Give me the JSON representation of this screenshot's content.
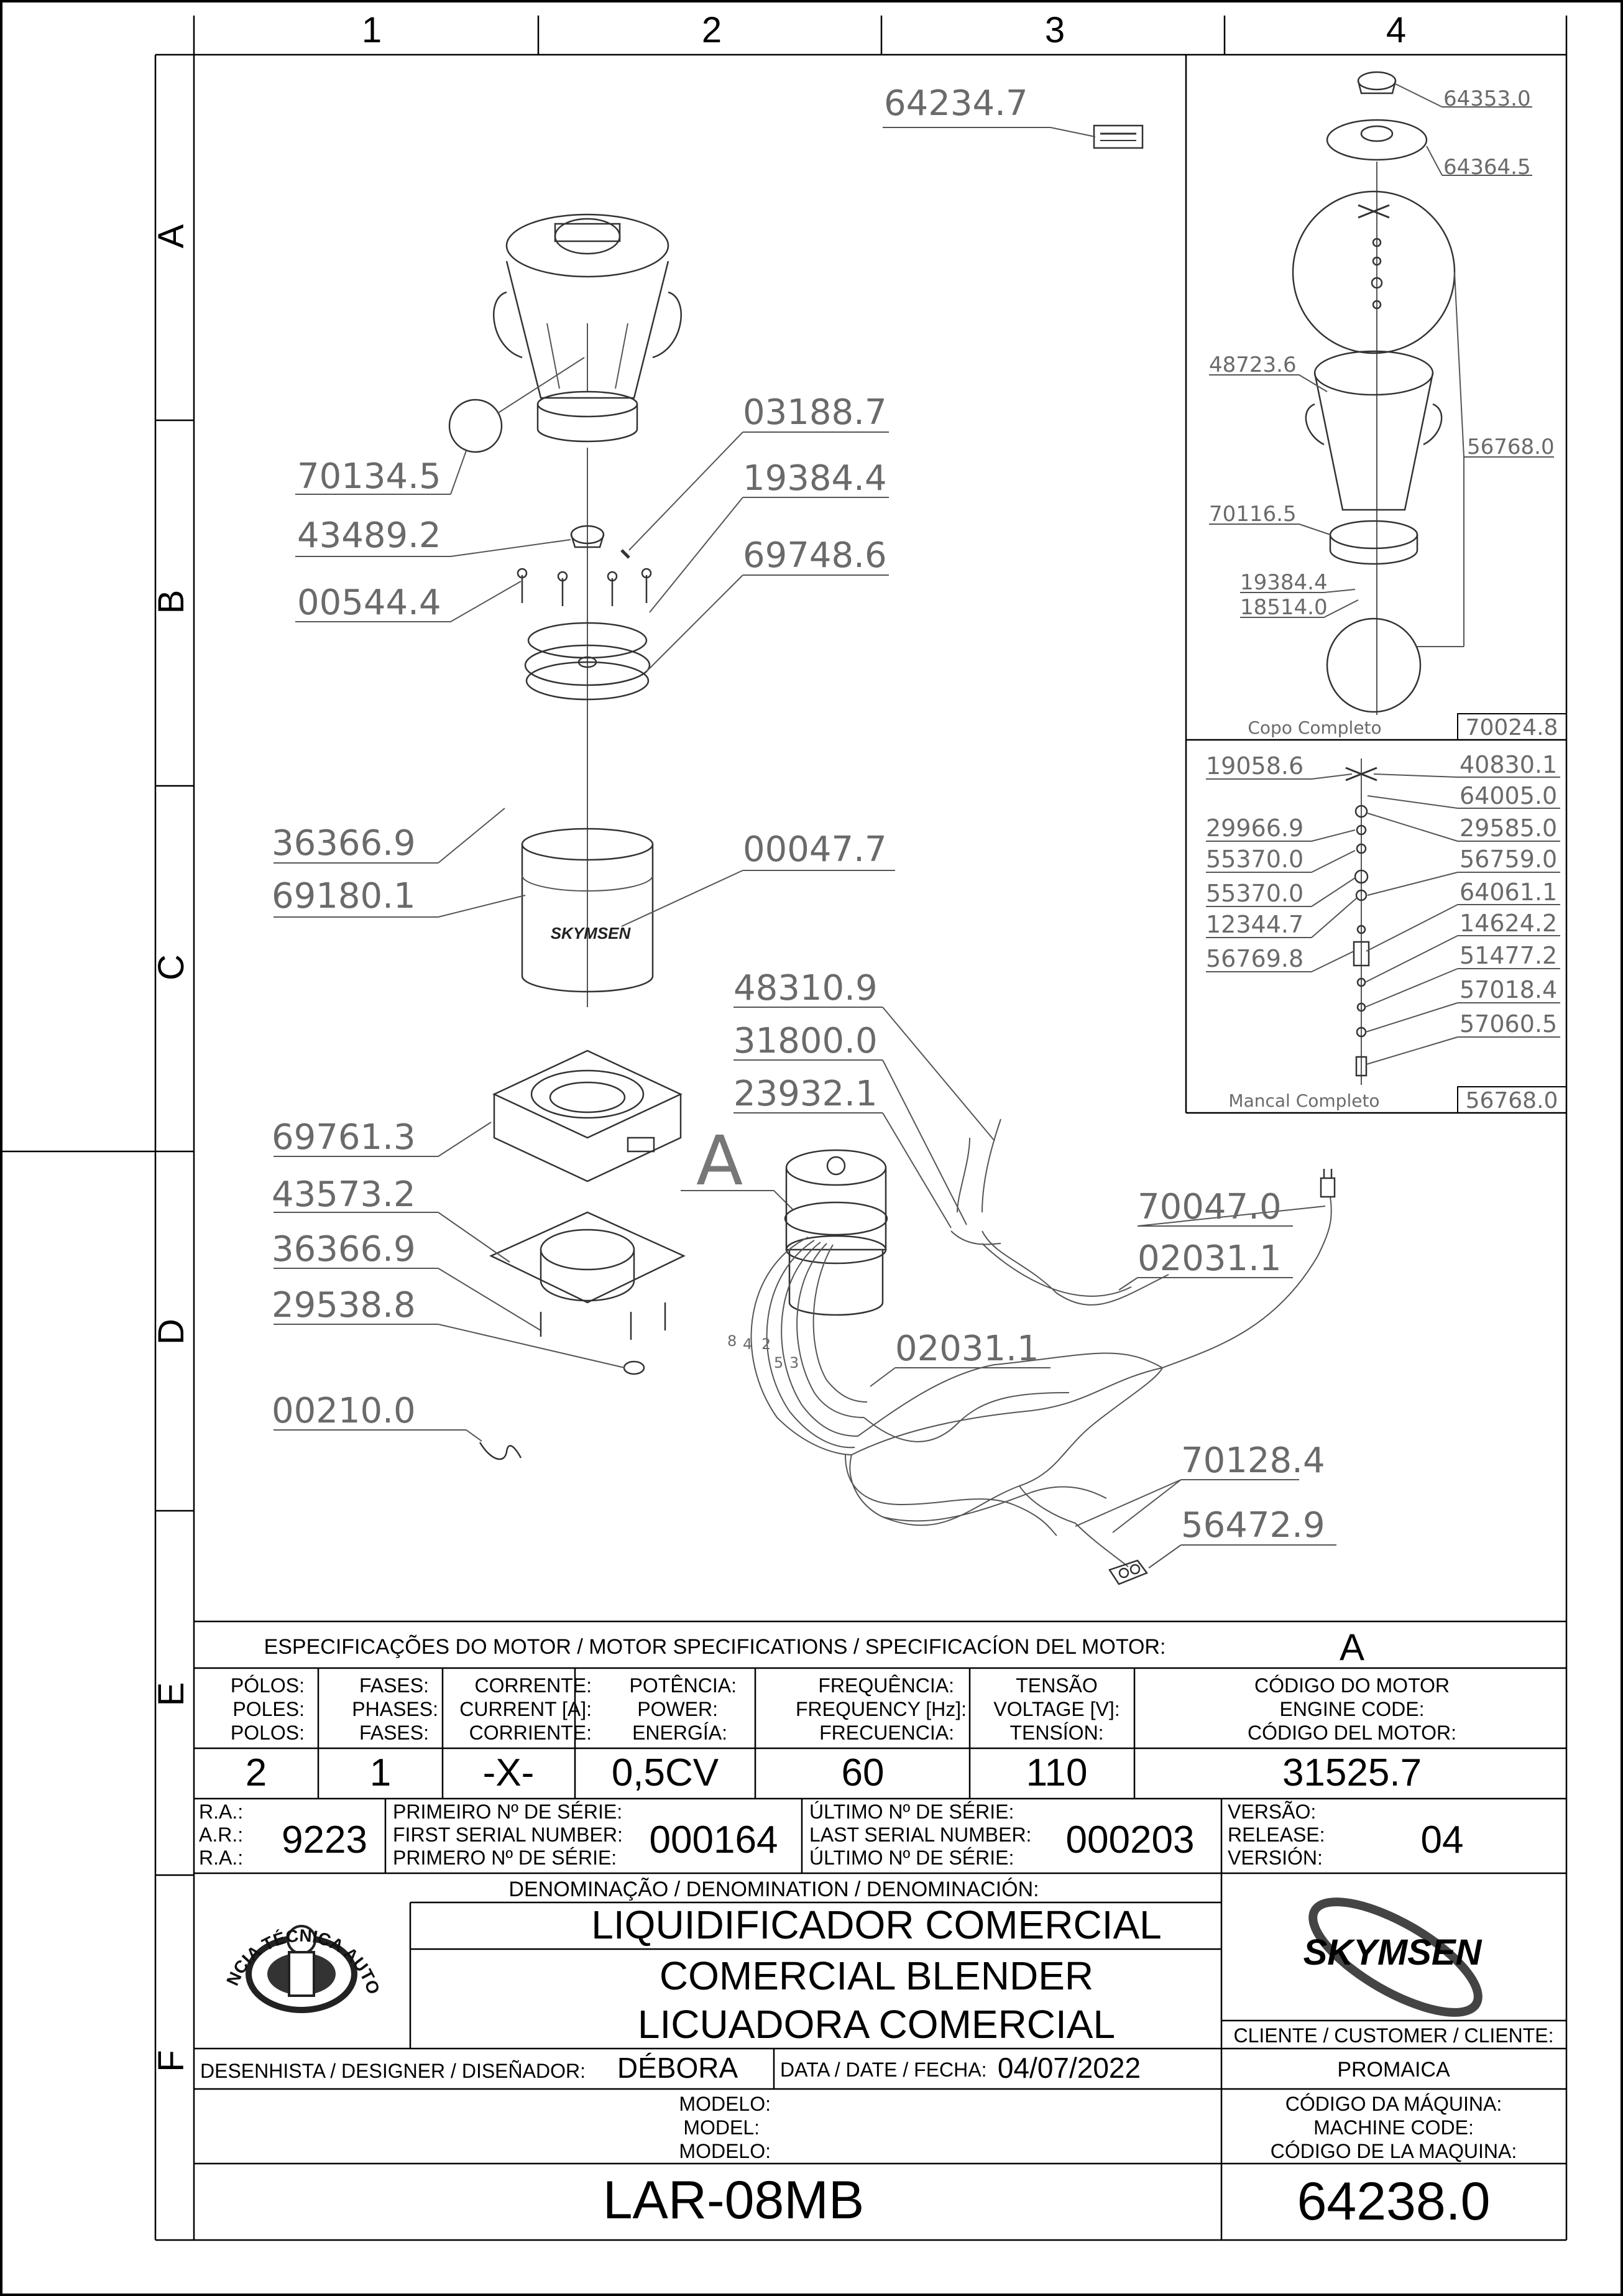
{
  "grid": {
    "columns": [
      "1",
      "2",
      "3",
      "4"
    ],
    "rows": [
      "A",
      "B",
      "C",
      "D",
      "E",
      "F"
    ]
  },
  "main_labels": {
    "p64234": "64234.7",
    "p70134": "70134.5",
    "p43489": "43489.2",
    "p00544": "00544.4",
    "p03188": "03188.7",
    "p19384": "19384.4",
    "p69748": "69748.6",
    "p36366a": "36366.9",
    "p69180": "69180.1",
    "p00047": "00047.7",
    "p69761": "69761.3",
    "p43573": "43573.2",
    "p36366b": "36366.9",
    "p29538": "29538.8",
    "p00210": "00210.0",
    "p48310": "48310.9",
    "p31800": "31800.0",
    "p23932": "23932.1",
    "p70047": "70047.0",
    "p02031a": "02031.1",
    "p02031b": "02031.1",
    "p70128": "70128.4",
    "p56472": "56472.9",
    "motor_letter": "A",
    "brand": "SKYMSEN",
    "wire_numbers": [
      "8",
      "4",
      "2",
      "5",
      "3"
    ]
  },
  "copo_labels": {
    "p64353": "64353.0",
    "p64364": "64364.5",
    "p48723": "48723.6",
    "p56768": "56768.0",
    "p70116": "70116.5",
    "p19384": "19384.4",
    "p18514": "18514.0",
    "title": "Copo Completo",
    "code": "70024.8"
  },
  "mancal_labels": {
    "p19058": "19058.6",
    "p40830": "40830.1",
    "p64005": "64005.0",
    "p29966": "29966.9",
    "p29585": "29585.0",
    "p55370a": "55370.0",
    "p56759": "56759.0",
    "p55370b": "55370.0",
    "p64061": "64061.1",
    "p12344": "12344.7",
    "p14624": "14624.2",
    "p56769": "56769.8",
    "p51477": "51477.2",
    "p57018": "57018.4",
    "p57060": "57060.5",
    "title": "Mancal Completo",
    "code": "56768.0"
  },
  "motor_spec": {
    "title": "ESPECIFICAÇÕES DO MOTOR / MOTOR SPECIFICATIONS / SPECIFICACÍON DEL MOTOR:",
    "title_value": "A",
    "headers": [
      [
        "PÓLOS:",
        "POLES:",
        "POLOS:"
      ],
      [
        "FASES:",
        "PHASES:",
        "FASES:"
      ],
      [
        "CORRENTE:",
        "CURRENT [A]:",
        "CORRIENTE:"
      ],
      [
        "POTÊNCIA:",
        "POWER:",
        "ENERGÍA:"
      ],
      [
        "FREQUÊNCIA:",
        "FREQUENCY [Hz]:",
        "FRECUENCIA:"
      ],
      [
        "TENSÃO",
        "VOLTAGE [V]:",
        "TENSÍON:"
      ],
      [
        "CÓDIGO DO MOTOR",
        "ENGINE CODE:",
        "CÓDIGO DEL MOTOR:"
      ]
    ],
    "values": [
      "2",
      "1",
      "-X-",
      "0,5CV",
      "60",
      "110",
      "31525.7"
    ]
  },
  "serial": {
    "ra_labels": [
      "R.A.:",
      "A.R.:",
      "R.A.:"
    ],
    "ra_value": "9223",
    "first_labels": [
      "PRIMEIRO Nº DE SÉRIE:",
      "FIRST SERIAL NUMBER:",
      "PRIMERO Nº DE SÉRIE:"
    ],
    "first_value": "000164",
    "last_labels": [
      "ÚLTIMO Nº DE SÉRIE:",
      "LAST SERIAL NUMBER:",
      "ÚLTIMO Nº DE SÉRIE:"
    ],
    "last_value": "000203",
    "version_labels": [
      "VERSÃO:",
      "RELEASE:",
      "VERSIÓN:"
    ],
    "version_value": "04"
  },
  "denomination": {
    "header": "DENOMINAÇÃO / DENOMINATION / DENOMINACIÓN:",
    "pt": "LIQUIDIFICADOR COMERCIAL",
    "en": "COMERCIAL BLENDER",
    "es": "LICUADORA COMERCIAL",
    "seal_text": "ASSISTÊNCIA TÉCNICA AUTORIZADA",
    "brand": "SKYMSEN"
  },
  "client": {
    "label": "CLIENTE / CUSTOMER / CLIENTE:",
    "value": "PROMAICA"
  },
  "designer": {
    "label": "DESENHISTA / DESIGNER / DISEÑADOR:",
    "value": "DÉBORA",
    "date_label": "DATA / DATE / FECHA:",
    "date_value": "04/07/2022"
  },
  "model": {
    "labels": [
      "MODELO:",
      "MODEL:",
      "MODELO:"
    ],
    "value": "LAR-08MB"
  },
  "machine_code": {
    "labels": [
      "CÓDIGO DA MÁQUINA:",
      "MACHINE CODE:",
      "CÓDIGO DE LA MAQUINA:"
    ],
    "value": "64238.0"
  },
  "colors": {
    "line": "#000000",
    "label": "#6a6a6a",
    "part": "#333333"
  }
}
